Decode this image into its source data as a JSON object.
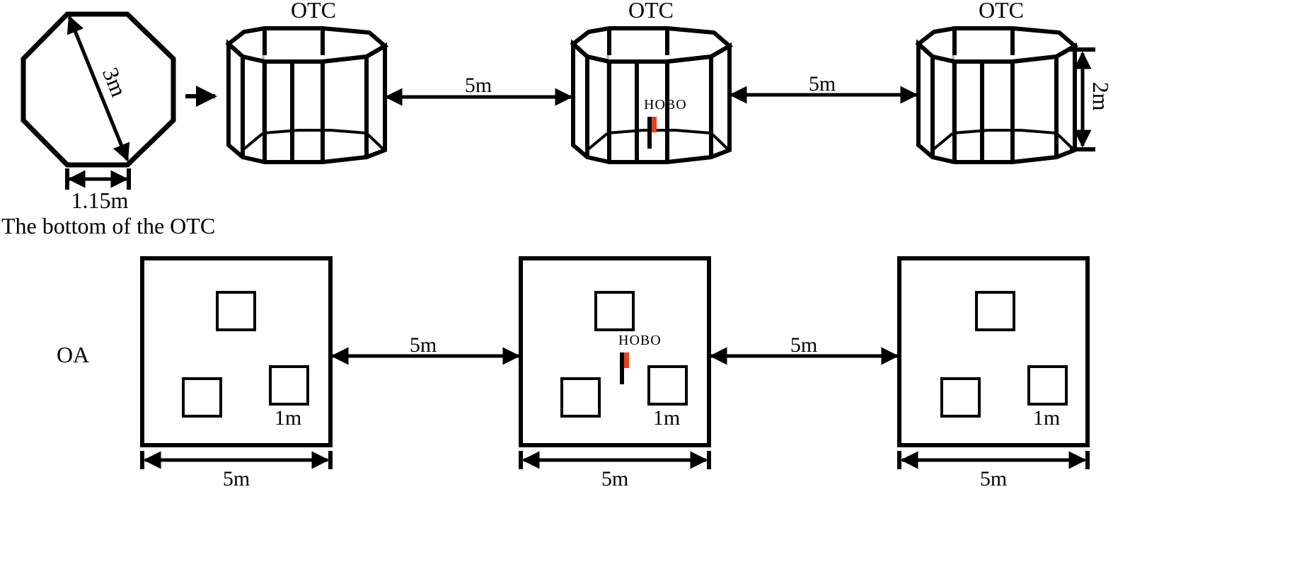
{
  "octagon": {
    "diagonal_label": "3m",
    "side_label": "1.15m",
    "caption": "The bottom of the OTC"
  },
  "otc_row": {
    "chamber_label": "OTC",
    "spacing_label": "5m",
    "height_label": "2m",
    "sensor_label": "HOBO"
  },
  "oa_row": {
    "row_label": "OA",
    "spacing_label": "5m",
    "plot_width_label": "5m",
    "subplot_label": "1m",
    "sensor_label": "HOBO"
  },
  "colors": {
    "line": "#000000",
    "back_frame": "#c0c0c0",
    "sensor_accent": "#e8401c"
  }
}
